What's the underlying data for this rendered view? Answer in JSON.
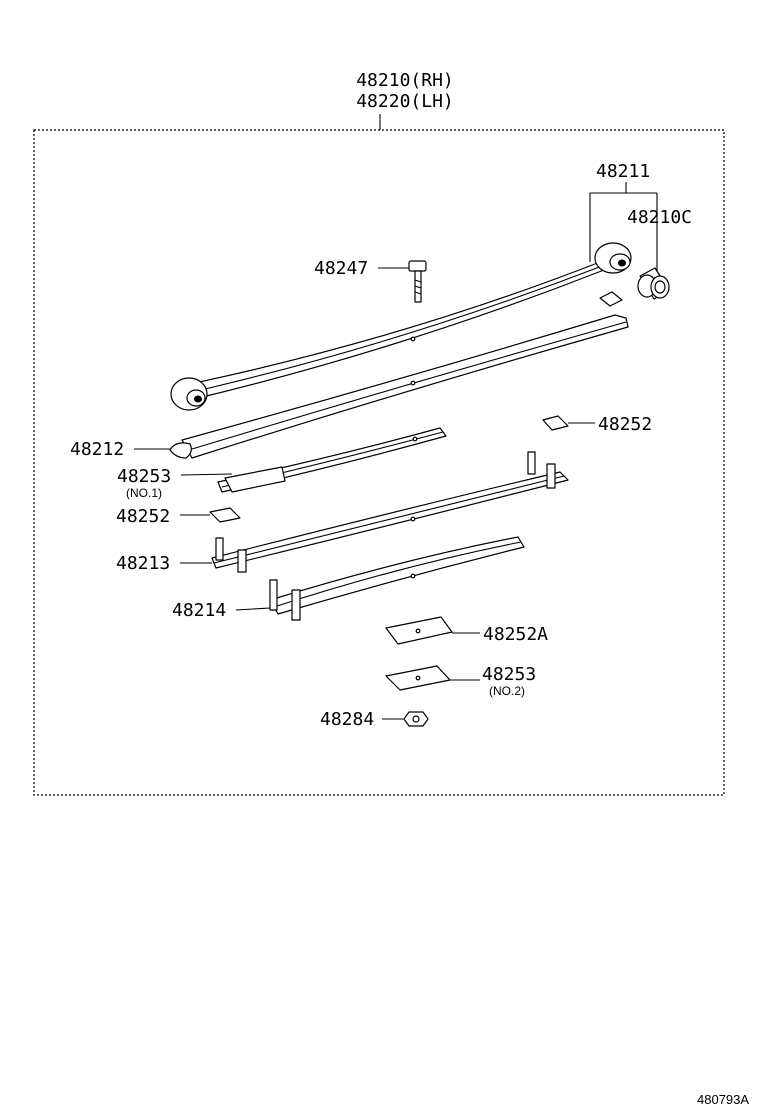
{
  "header": {
    "assembly_rh": "48210(RH)",
    "assembly_lh": "48220(LH)"
  },
  "labels": {
    "p48211": "48211",
    "p48210c": "48210C",
    "p48247": "48247",
    "p48252_top": "48252",
    "p48212": "48212",
    "p48253_no1": "48253",
    "p48253_no1_note": "(NO.1)",
    "p48252_left": "48252",
    "p48213": "48213",
    "p48214": "48214",
    "p48252a": "48252A",
    "p48253_no2": "48253",
    "p48253_no2_note": "(NO.2)",
    "p48284": "48284"
  },
  "footer": {
    "reference": "480793A"
  }
}
